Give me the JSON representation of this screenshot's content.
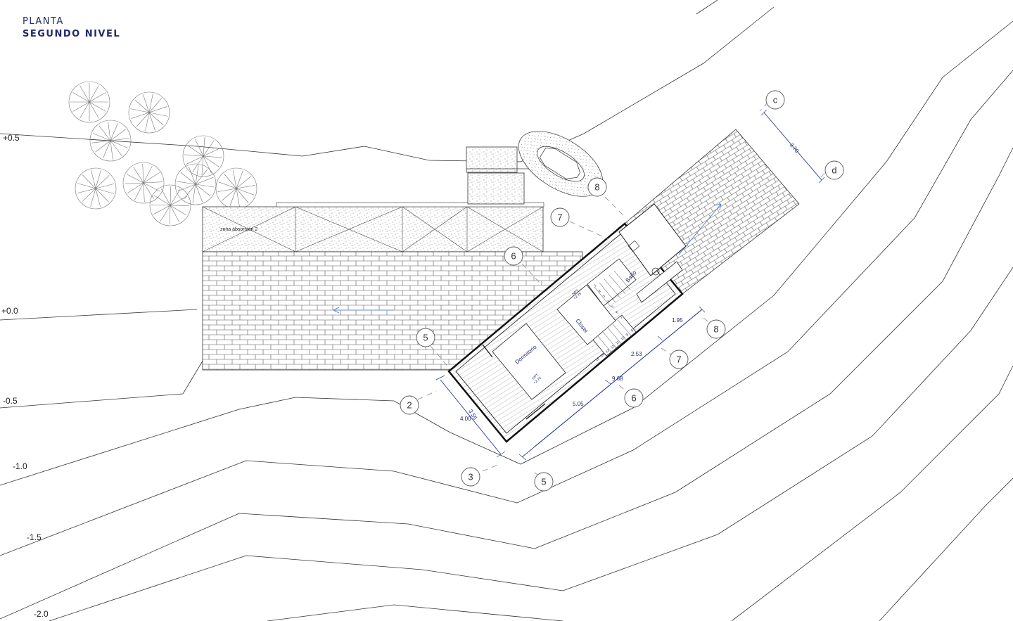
{
  "title": {
    "line1": "PLANTA",
    "line2": "SEGUNDO NIVEL"
  },
  "contours": [
    "+0.5",
    "+0.0",
    "-0.5",
    "-1.0",
    "-1.5",
    "-2.0"
  ],
  "grid_markers": {
    "c": "c",
    "d": "d",
    "g2": "2",
    "g3": "3",
    "g5a": "5",
    "g5b": "5",
    "g6a": "6",
    "g6b": "6",
    "g7a": "7",
    "g7b": "7",
    "g8a": "8",
    "g8b": "8"
  },
  "dimensions": {
    "d370": "3.70",
    "d195": "1.95",
    "d253": "2.53",
    "d968": "9.68",
    "d505": "5.05",
    "d400": "4.00",
    "d355": "3.55"
  },
  "rooms": {
    "dormitorio": "Dormitorio",
    "closet": "Closet",
    "bano": "Baño",
    "npt": "NPT",
    "npt_val": "+2.75"
  },
  "labels": {
    "zona": "zona absorsión 2"
  },
  "stair_numbers": [
    "15",
    "14",
    "13",
    "12",
    "11",
    "10",
    "9",
    "8",
    "1",
    "2",
    "3",
    "4",
    "5",
    "6",
    "7"
  ],
  "colors": {
    "ink": "#222222",
    "accent": "#1f2a6b",
    "dim": "#2a3a9a",
    "arrow": "#6a8ad0"
  }
}
